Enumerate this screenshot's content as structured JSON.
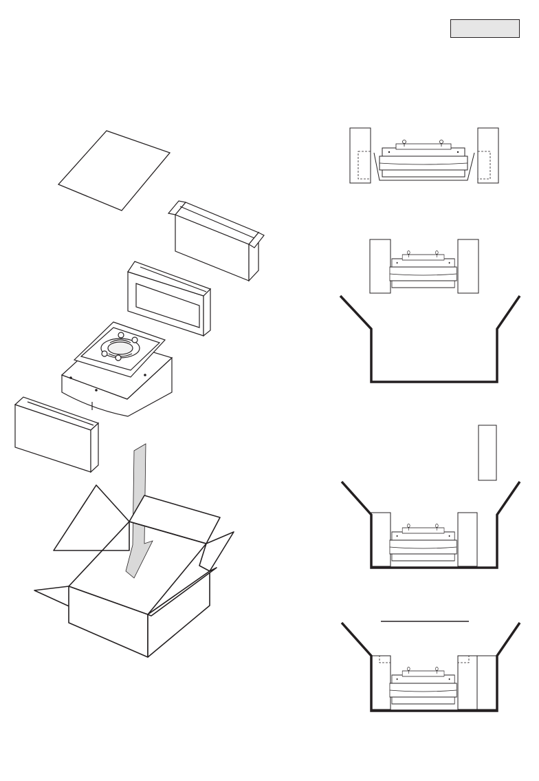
{
  "diagram": {
    "page_label": "",
    "colors": {
      "line": "#231f20",
      "fill_light": "#f2f2f2",
      "fill_shade": "#d9d9d9",
      "label_box": "#e6e6e6"
    },
    "parts": [
      "instruction-sheet",
      "accessory-box",
      "front-packing-cushion",
      "paper-feeder-unit",
      "rear-packing-cushion",
      "shipping-carton"
    ],
    "steps": [
      "step-1-cushions-on-unit",
      "step-2-unit-above-carton",
      "step-3-unit-in-carton",
      "step-4-accessory-placed"
    ]
  }
}
